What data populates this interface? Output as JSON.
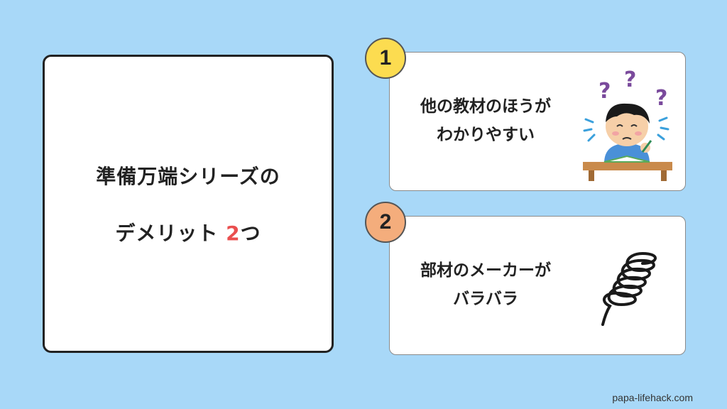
{
  "title": {
    "line1": "準備万端シリーズの",
    "line2_prefix": "デメリット ",
    "line2_number": "2",
    "line2_suffix": "つ"
  },
  "items": [
    {
      "number": "1",
      "text_line1": "他の教材のほうが",
      "text_line2": "わかりやすい",
      "badge_color": "#fcdc50",
      "illustration": "confused-student-studying"
    },
    {
      "number": "2",
      "text_line1": "部材のメーカーが",
      "text_line2": "バラバラ",
      "badge_color": "#f4ad7c",
      "illustration": "scribble-spiral"
    }
  ],
  "footer": "papa-lifehack.com",
  "colors": {
    "background": "#a8d8f8",
    "accent_number": "#ea4f4f"
  }
}
